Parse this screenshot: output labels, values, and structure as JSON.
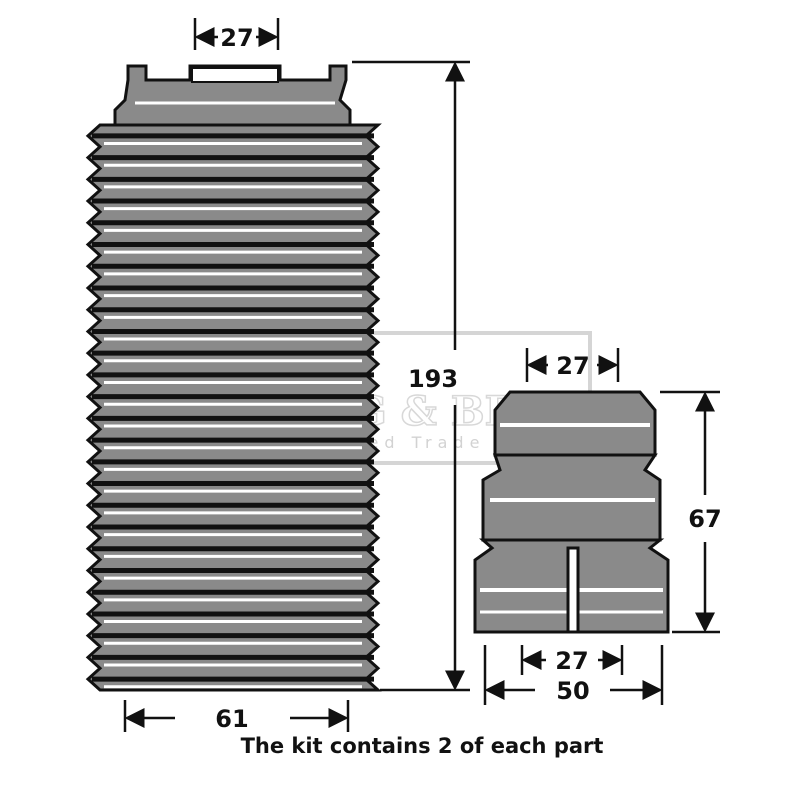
{
  "diagram": {
    "dust_cover": {
      "top_width_label": "27",
      "height_label": "193",
      "bottom_width_label": "61"
    },
    "bump_stop": {
      "top_width_label": "27",
      "height_label": "67",
      "inner_width_label": "27",
      "bottom_width_label": "50"
    },
    "caption": "The kit contains 2 of each part",
    "watermark": {
      "brand": "BORG & BECK",
      "tagline": "Registered Trade Mark"
    },
    "colors": {
      "ink": "#111111",
      "fill": "#8a8a8a",
      "highlight": "#ffffff"
    }
  }
}
